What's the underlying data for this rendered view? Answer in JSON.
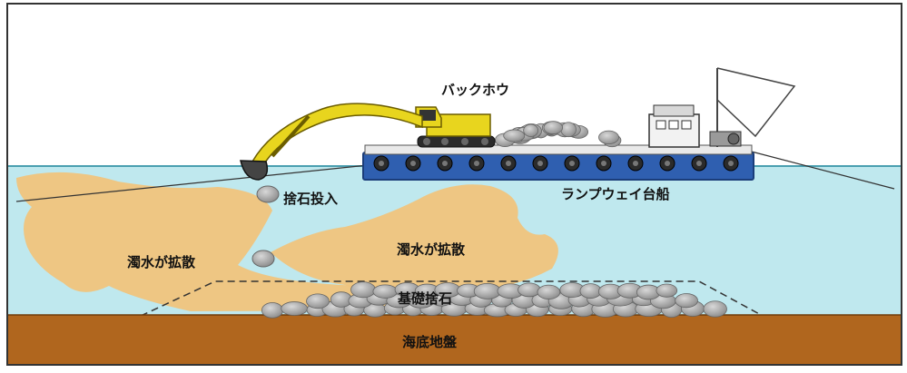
{
  "labels": {
    "backhoe": "バックホウ",
    "ramp_barge": "ランプウェイ台船",
    "stone_input": "捨石投入",
    "turbid_left": "濁水が拡散",
    "turbid_right": "濁水が拡散",
    "foundation_stone": "基礎捨石",
    "seabed": "海底地盤"
  },
  "colors": {
    "sky": "#ffffff",
    "water": "#bfe8ee",
    "surface_line": "#4a9fb0",
    "turbid": "#f2c27a",
    "seabed": "#b0661e",
    "hull": "#2f5fb0",
    "hull_stroke": "#1b3d7a",
    "tire": "#2b2b2b",
    "excavator": "#e8d51e",
    "stone": "#9c9c9c",
    "cabin": "#f2f2f2"
  }
}
